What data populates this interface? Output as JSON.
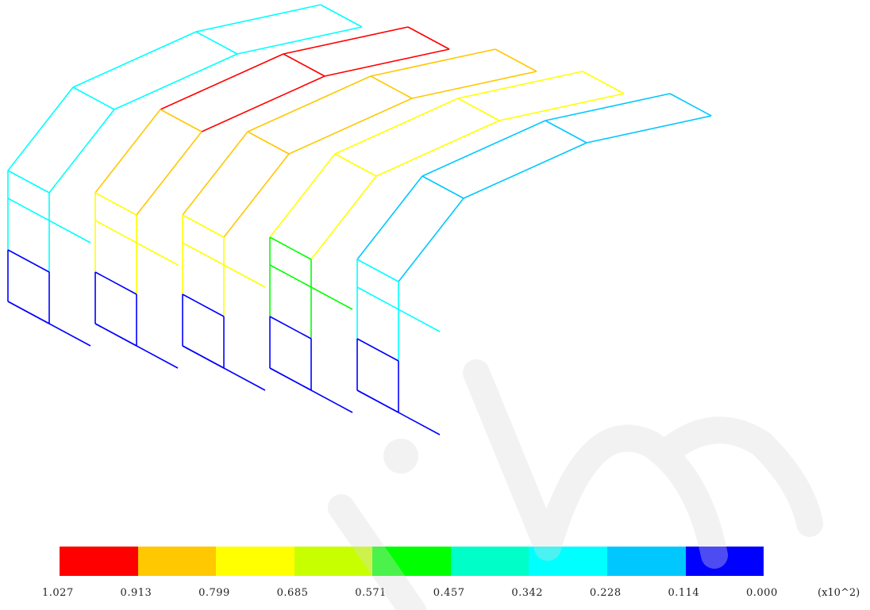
{
  "legend": {
    "colors": [
      "#ff0000",
      "#ffc800",
      "#ffff00",
      "#c8ff00",
      "#00ff00",
      "#00ffc8",
      "#00ffff",
      "#00c8ff",
      "#0000ff"
    ],
    "ticks": [
      "1.027",
      "0.913",
      "0.799",
      "0.685",
      "0.571",
      "0.457",
      "0.342",
      "0.228",
      "0.114",
      "0.000"
    ],
    "unit": "(x10^2)"
  },
  "frames": [
    {
      "roof": "#00ffff",
      "upper": "#00ffff",
      "lower": "#00ffff",
      "base": "#0000ff"
    },
    {
      "roof": "#ff0000",
      "upper": "#ffc800",
      "lower": "#ffff00",
      "base": "#0000ff"
    },
    {
      "roof": "#ffc800",
      "upper": "#ffc800",
      "lower": "#ffff00",
      "base": "#0000ff"
    },
    {
      "roof": "#ffff00",
      "upper": "#ffff00",
      "lower": "#00ff00",
      "base": "#0000ff"
    },
    {
      "roof": "#00c8ff",
      "upper": "#00c8ff",
      "lower": "#00ffff",
      "base": "#0000ff"
    }
  ]
}
